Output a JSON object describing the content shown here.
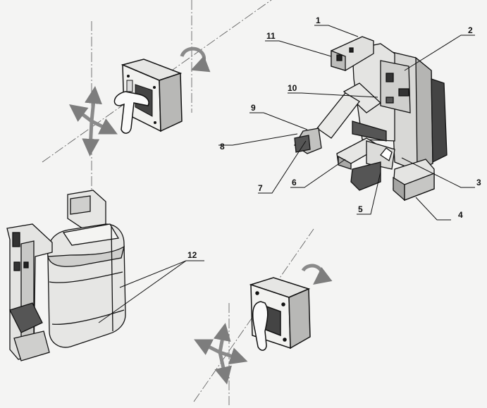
{
  "callouts": [
    {
      "id": "c1",
      "text": "1"
    },
    {
      "id": "c2",
      "text": "2"
    },
    {
      "id": "c3",
      "text": "3"
    },
    {
      "id": "c4",
      "text": "4"
    },
    {
      "id": "c5",
      "text": "5"
    },
    {
      "id": "c6",
      "text": "6"
    },
    {
      "id": "c7",
      "text": "7"
    },
    {
      "id": "c8",
      "text": "8"
    },
    {
      "id": "c9",
      "text": "9"
    },
    {
      "id": "c10",
      "text": "10"
    },
    {
      "id": "c11",
      "text": "11"
    },
    {
      "id": "c12",
      "text": "12"
    }
  ],
  "colors": {
    "background": "#f4f4f3",
    "ink": "#111111",
    "arrow_gray": "#8a8a8a",
    "body_gray": "#c9c9c7",
    "dark_gray": "#3a3a3a"
  }
}
